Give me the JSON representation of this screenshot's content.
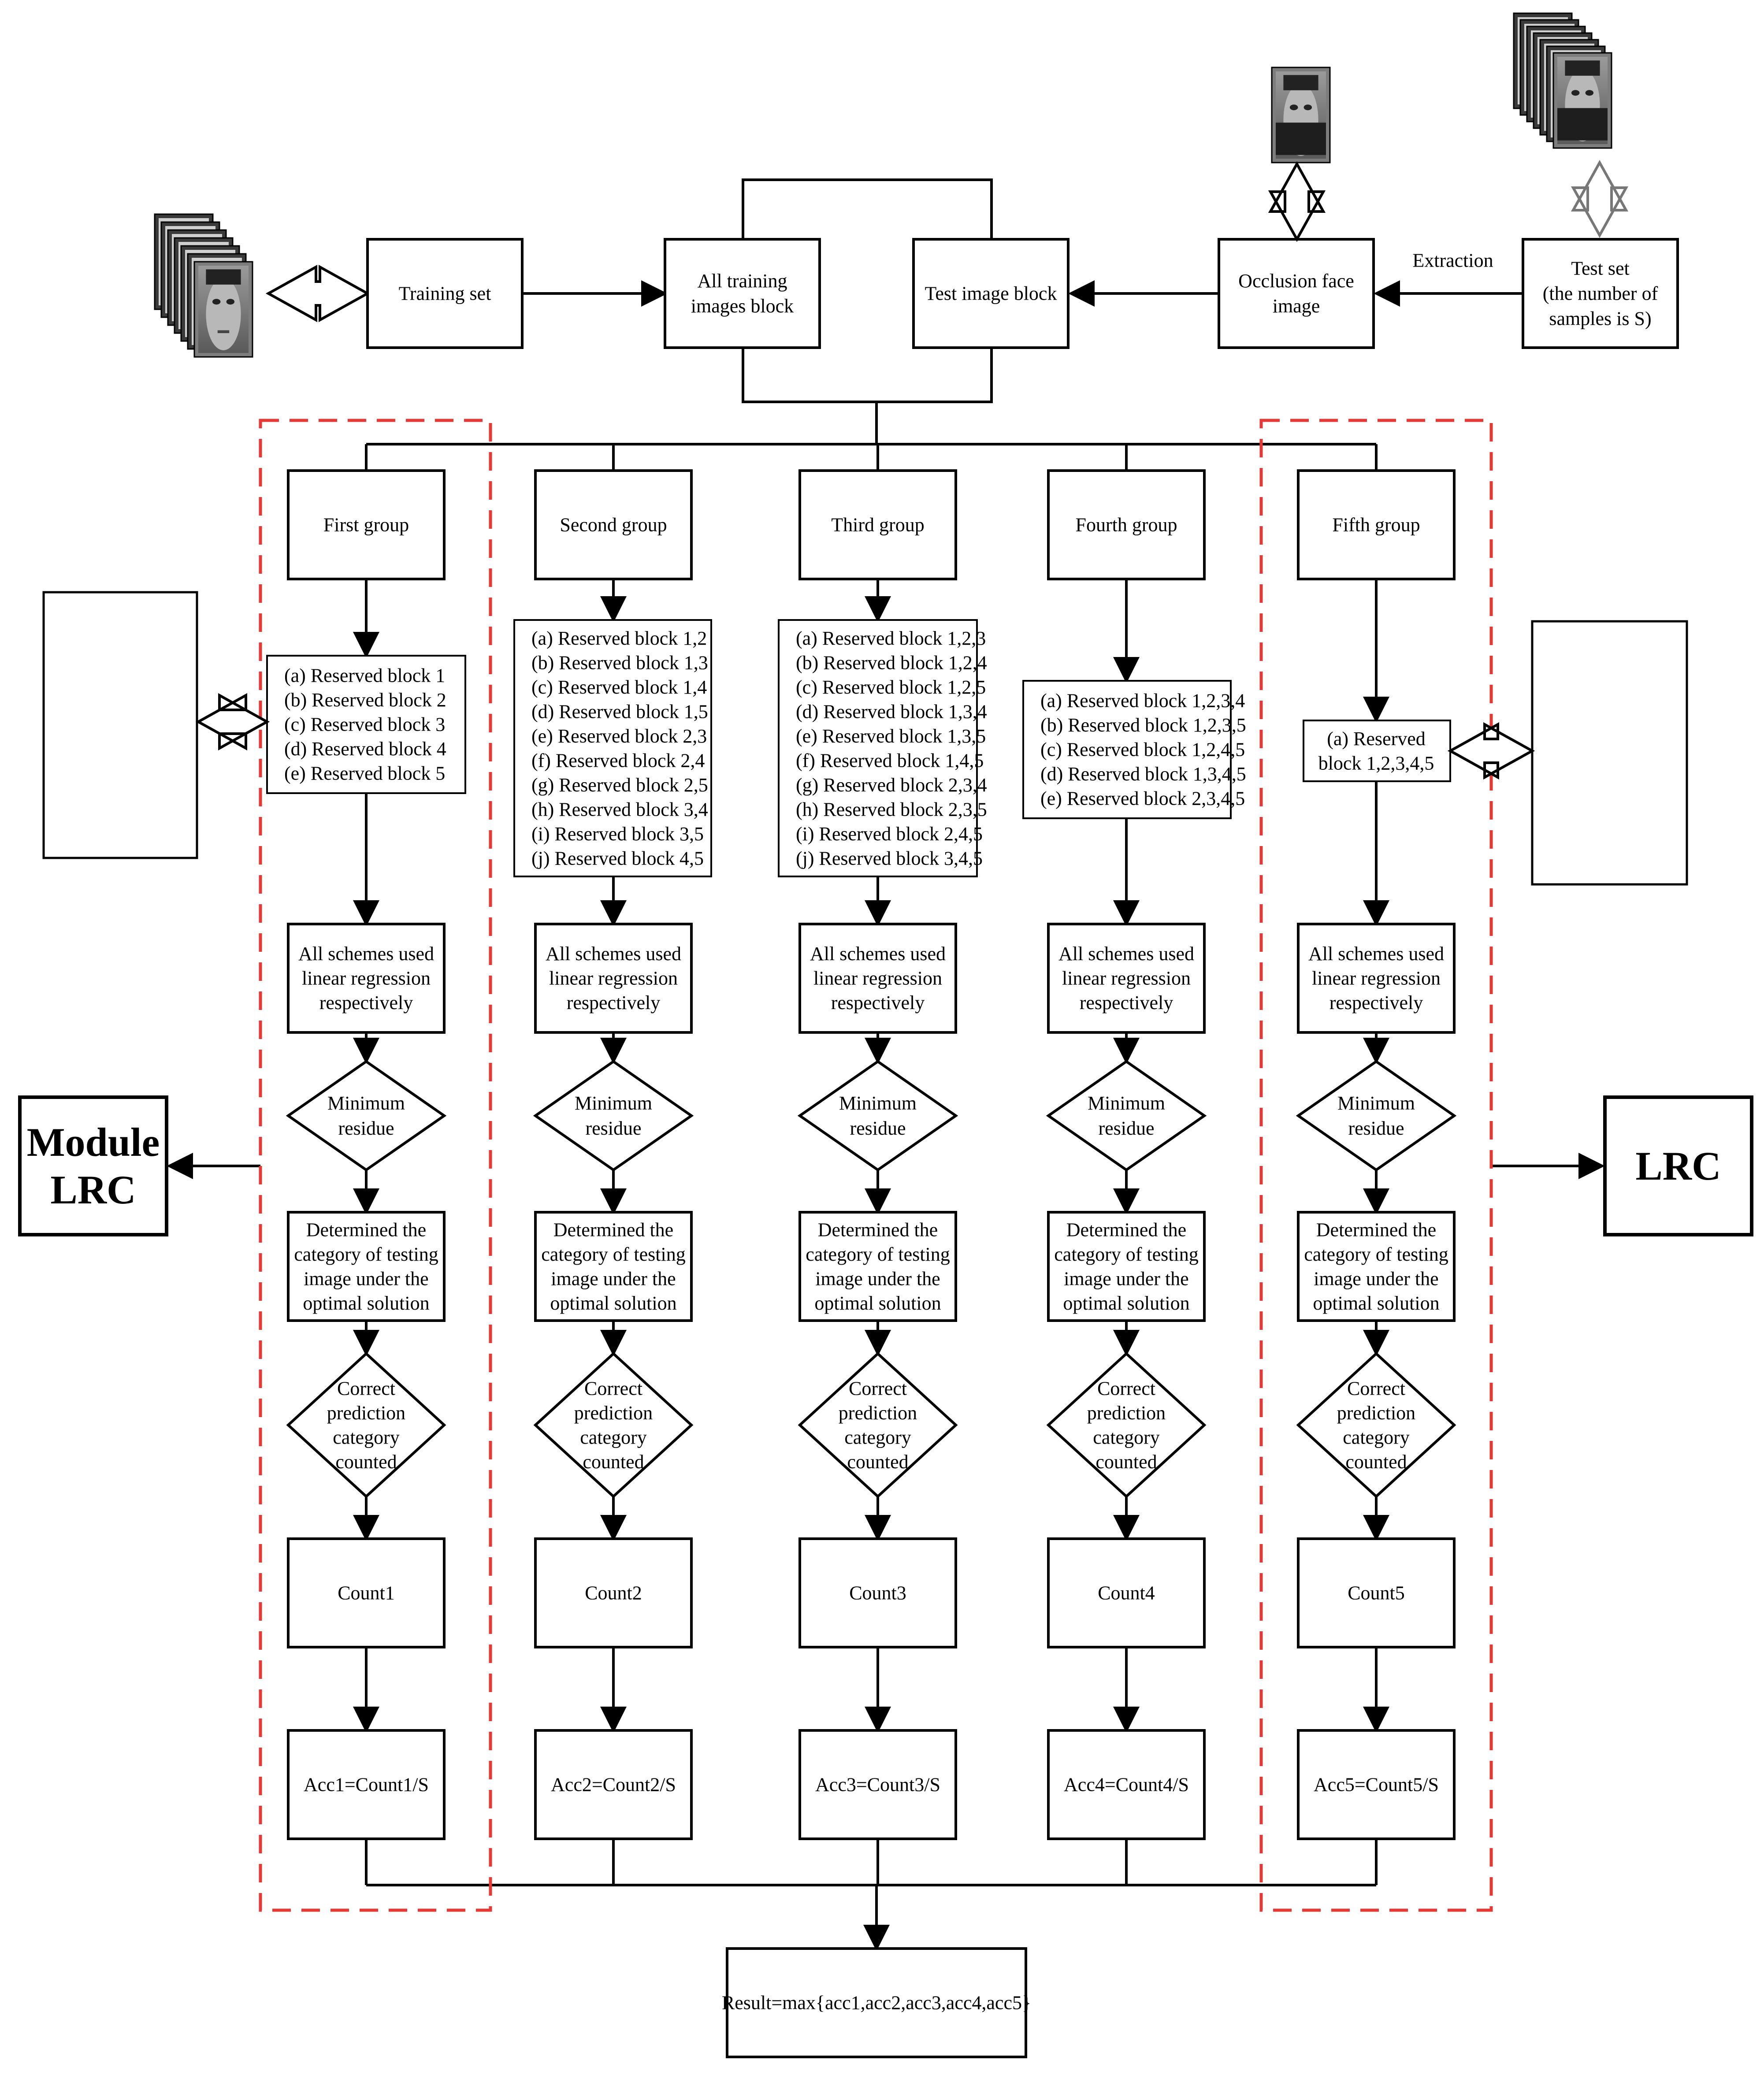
{
  "top": {
    "training_set": "Training set",
    "all_training": [
      "All training",
      "images block"
    ],
    "test_image_block": "Test image block",
    "occlusion_face": [
      "Occlusion face",
      "image"
    ],
    "test_set": [
      "Test set",
      "(the number of",
      "samples is S)"
    ],
    "extraction": "Extraction"
  },
  "groups": [
    {
      "title": "First group",
      "blocks": [
        "(a) Reserved block  1",
        "(b) Reserved  block  2",
        "(c) Reserved  block  3",
        "(d) Reserved block  4",
        "(e) Reserved block  5"
      ],
      "count": "Count1",
      "acc": "Acc1=Count1/S"
    },
    {
      "title": "Second group",
      "blocks": [
        "(a) Reserved block 1,2",
        "(b) Reserved block 1,3",
        "(c) Reserved block 1,4",
        "(d) Reserved block 1,5",
        "(e) Reserved block 2,3",
        "(f) Reserved block 2,4",
        "(g) Reserved block 2,5",
        "(h) Reserved block 3,4",
        "(i) Reserved block 3,5",
        "(j) Reserved block 4,5"
      ],
      "count": "Count2",
      "acc": "Acc2=Count2/S"
    },
    {
      "title": "Third group",
      "blocks": [
        "(a) Reserved block 1,2,3",
        "(b) Reserved block 1,2,4",
        "(c) Reserved block 1,2,5",
        "(d) Reserved block 1,3,4",
        "(e) Reserved block 1,3,5",
        "(f) Reserved block 1,4,5",
        "(g) Reserved block 2,3,4",
        "(h) Reserved block 2,3,5",
        "(i) Reserved block 2,4,5",
        "(j) Reserved block 3,4,5"
      ],
      "count": "Count3",
      "acc": "Acc3=Count3/S"
    },
    {
      "title": "Fourth group",
      "blocks": [
        "(a) Reserved block 1,2,3,4",
        "(b) Reserved block 1,2,3,5",
        "(c) Reserved block 1,2,4,5",
        "(d) Reserved block 1,3,4,5",
        "(e) Reserved block 2,3,4,5"
      ],
      "count": "Count4",
      "acc": "Acc4=Count4/S"
    },
    {
      "title": "Fifth group",
      "blocks": [
        "(a) Reserved",
        "block 1,2,3,4,5"
      ],
      "count": "Count5",
      "acc": "Acc5=Count5/S"
    }
  ],
  "steps": {
    "regression": [
      "All schemes used",
      "linear regression",
      "respectively"
    ],
    "min_residue": [
      "Minimum",
      "residue"
    ],
    "determined": [
      "Determined the",
      "category of testing",
      "image under the",
      "optimal solution"
    ],
    "correct": [
      "Correct",
      "prediction",
      "category",
      "counted"
    ]
  },
  "module_lrc": [
    "Module",
    "LRC"
  ],
  "lrc": "LRC",
  "result": "Result=max{acc1,acc2,acc3,acc4,acc5}",
  "colors": {
    "dashed_frame": "#e53935",
    "line": "#000000"
  }
}
